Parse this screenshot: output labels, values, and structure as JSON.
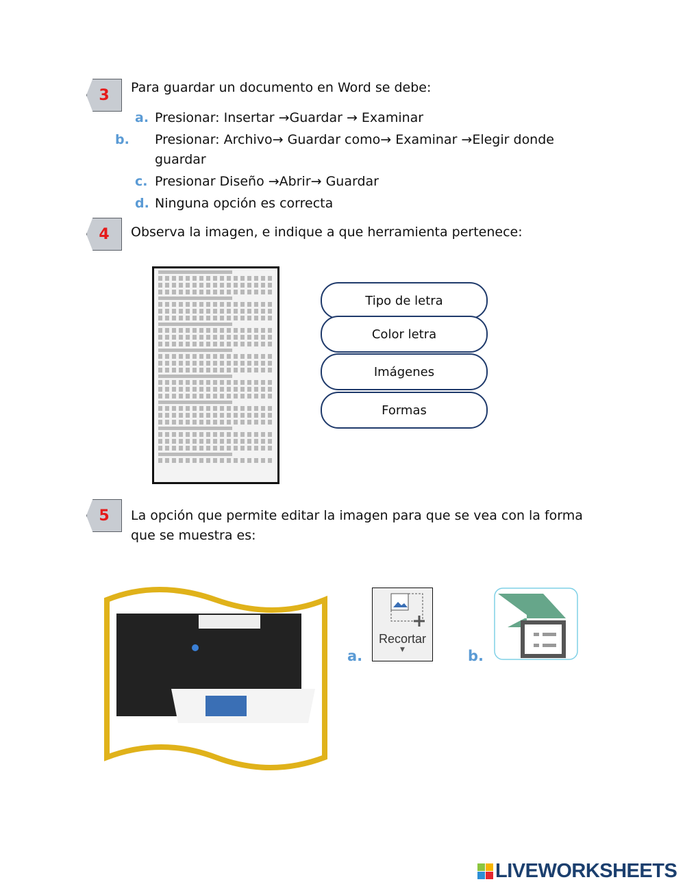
{
  "questions": [
    {
      "number": "3",
      "text": "Para guardar un documento en Word se debe:",
      "options": [
        {
          "letter": "a.",
          "text": "Presionar: Insertar →Guardar → Examinar"
        },
        {
          "letter": "b.",
          "text": "Presionar: Archivo→ Guardar como→ Examinar →Elegir donde guardar"
        },
        {
          "letter": "c.",
          "text": "Presionar Diseño →Abrir→ Guardar"
        },
        {
          "letter": "d.",
          "text": "Ninguna opción es correcta"
        }
      ]
    },
    {
      "number": "4",
      "text": "Observa la imagen, e indique a que herramienta pertenece:",
      "choices": [
        "Tipo de letra",
        "Color letra",
        "Imágenes",
        "Formas"
      ]
    },
    {
      "number": "5",
      "text": "La opción que permite editar la imagen para que se vea con la forma que se muestra es:",
      "options": [
        {
          "letter": "a.",
          "text": "Recortar"
        },
        {
          "letter": "b.",
          "text": ""
        }
      ]
    }
  ],
  "logo": "LIVEWORKSHEETS",
  "colors": {
    "badge_number": "#e51b1b",
    "option_letter": "#5b9bd5",
    "pill_border": "#1f3a6b",
    "logo": "#1b3f6e"
  }
}
